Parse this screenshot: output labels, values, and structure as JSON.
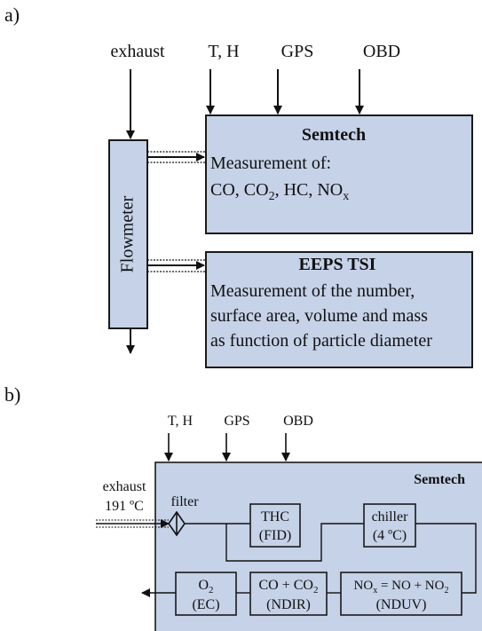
{
  "colors": {
    "box_fill": "#c5d2e8",
    "box_stroke": "#1a1a1a",
    "line": "#111111",
    "text": "#111111"
  },
  "panel_a": {
    "label": "a)",
    "inputs": {
      "exhaust": "exhaust",
      "th": "T, H",
      "gps": "GPS",
      "obd": "OBD"
    },
    "flowmeter": "Flowmeter",
    "semtech": {
      "title": "Semtech",
      "line1": "Measurement of:",
      "line2_prefix": "CO, CO",
      "line2_sub1": "2",
      "line2_mid": ", HC, NO",
      "line2_sub2": "x"
    },
    "eeps": {
      "title": "EEPS TSI",
      "line1": "Measurement of the number,",
      "line2": "surface area, volume and mass",
      "line3": "as function of particle diameter"
    }
  },
  "panel_b": {
    "label": "b)",
    "inputs": {
      "th": "T, H",
      "gps": "GPS",
      "obd": "OBD"
    },
    "exhaust_label": "exhaust",
    "exhaust_temp": "191 ºC",
    "filter": "filter",
    "semtech_title": "Semtech",
    "thc": {
      "line1": "THC",
      "line2": "(FID)"
    },
    "chiller": {
      "line1": "chiller",
      "line2": "(4 ºC)"
    },
    "o2": {
      "line1_main": "O",
      "line1_sub": "2",
      "line2": "(EC)"
    },
    "co": {
      "line1_a": "CO + CO",
      "line1_sub": "2",
      "line2": "(NDIR)"
    },
    "nox": {
      "line1_a": "NO",
      "line1_sub1": "x",
      "line1_b": " = NO + NO",
      "line1_sub2": "2",
      "line2": "(NDUV)"
    }
  }
}
